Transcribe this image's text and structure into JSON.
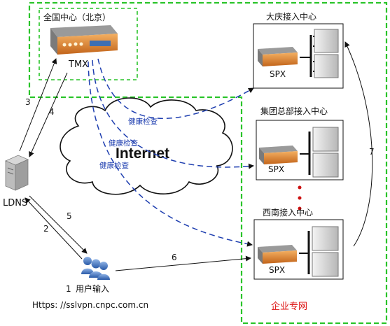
{
  "colors": {
    "zone_border": "#29c429",
    "health_check": "#1f3fb0",
    "device_orange": "#e8892b",
    "enterprise_red": "#d11111"
  },
  "zones": {
    "hq": "全国中心（北京）",
    "enterprise": "企业专网",
    "internet": "Internet"
  },
  "devices": {
    "tmx": "TMX",
    "ldns": "LDNS",
    "users": "用户输入",
    "https_url": "Https:  //sslvpn.cnpc.com.cn"
  },
  "centers": [
    {
      "title": "大庆接入中心",
      "device": "SPX"
    },
    {
      "title": "集团总部接入中心",
      "device": "SPX"
    },
    {
      "title": "西南接入中心",
      "device": "SPX"
    }
  ],
  "health_check_label": "健康检查",
  "steps": {
    "s1": "1",
    "s2": "2",
    "s3": "3",
    "s4": "4",
    "s5": "5",
    "s6": "6",
    "s7": "7"
  },
  "icons": [
    "server-tower-icon",
    "user-group-icon",
    "cloud-icon",
    "appliance-icon",
    "server-rack-icon",
    "ellipsis-dots-icon"
  ]
}
